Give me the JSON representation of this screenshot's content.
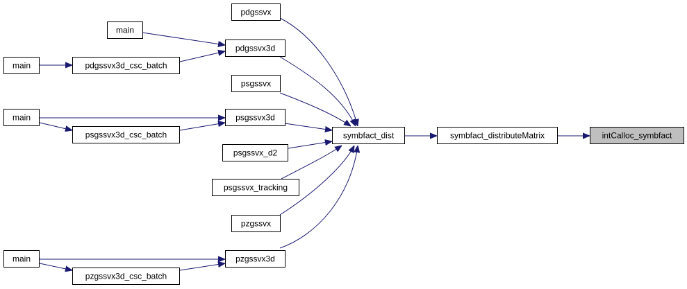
{
  "colors": {
    "edge": "#191970",
    "highlight_fill": "#bfbfbf",
    "node_fill": "#ffffff",
    "node_border": "#000000"
  },
  "nodes": {
    "pdgssvx": "pdgssvx",
    "main_a": "main",
    "pdgssvx3d": "pdgssvx3d",
    "main_b": "main",
    "pdgssvx3d_csc_batch": "pdgssvx3d_csc_batch",
    "psgssvx": "psgssvx",
    "main_c": "main",
    "psgssvx3d": "psgssvx3d",
    "psgssvx3d_csc_batch": "psgssvx3d_csc_batch",
    "psgssvx_d2": "psgssvx_d2",
    "psgssvx_tracking": "psgssvx_tracking",
    "pzgssvx": "pzgssvx",
    "main_d": "main",
    "pzgssvx3d": "pzgssvx3d",
    "pzgssvx3d_csc_batch": "pzgssvx3d_csc_batch",
    "symbfact_dist": "symbfact_dist",
    "symbfact_distributeMatrix": "symbfact_distributeMatrix",
    "intCalloc_symbfact": "intCalloc_symbfact"
  }
}
